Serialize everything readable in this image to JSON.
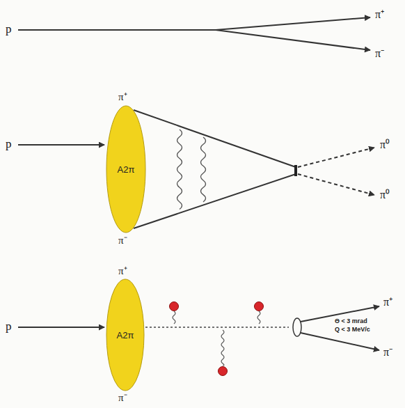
{
  "diagram": {
    "nodes": [
      {
        "text": [
          "A2π"
        ]
      },
      {
        "text": [
          "A2π"
        ]
      }
    ],
    "labels": [
      "p",
      "π⁺",
      "π⁻",
      "p",
      "π⁺",
      "π⁻",
      "π⁰",
      "π⁰",
      "p",
      "π⁺",
      "π⁻",
      "π⁺",
      "π⁻",
      "Θ < 3 mrad",
      "Q < 3 MeV/c"
    ]
  }
}
